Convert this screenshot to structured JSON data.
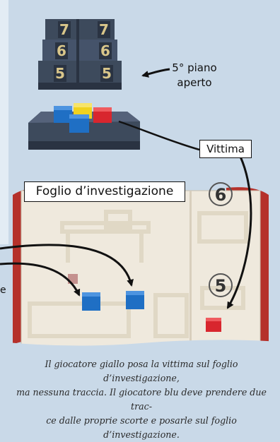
{
  "tower": {
    "numbers": [
      "7",
      "7",
      "6",
      "6",
      "5",
      "5"
    ]
  },
  "sheet": {
    "numbers": [
      "6",
      "5"
    ]
  },
  "labels": {
    "floor_line1": "5° piano",
    "floor_line2": "aperto",
    "victim": "Vittima",
    "sheet_title": "Foglio d’investigazione",
    "left_edge": "e"
  },
  "caption": [
    "Il giocatore giallo posa la vittima sul foglio d’investigazione,",
    "ma nessuna traccia. Il giocatore blu deve prendere due trac-",
    "ce dalle proprie scorte e posarle sul foglio d’investigazione."
  ],
  "colors": {
    "background": "#c9d9e8",
    "tower": "#3d4a5c",
    "tower_number": "#d9c68a",
    "red": "#d8262e",
    "blue": "#1f6fc4",
    "yellow": "#f0d21e",
    "paper": "#efe9dd",
    "book_cover": "#b5312b"
  }
}
